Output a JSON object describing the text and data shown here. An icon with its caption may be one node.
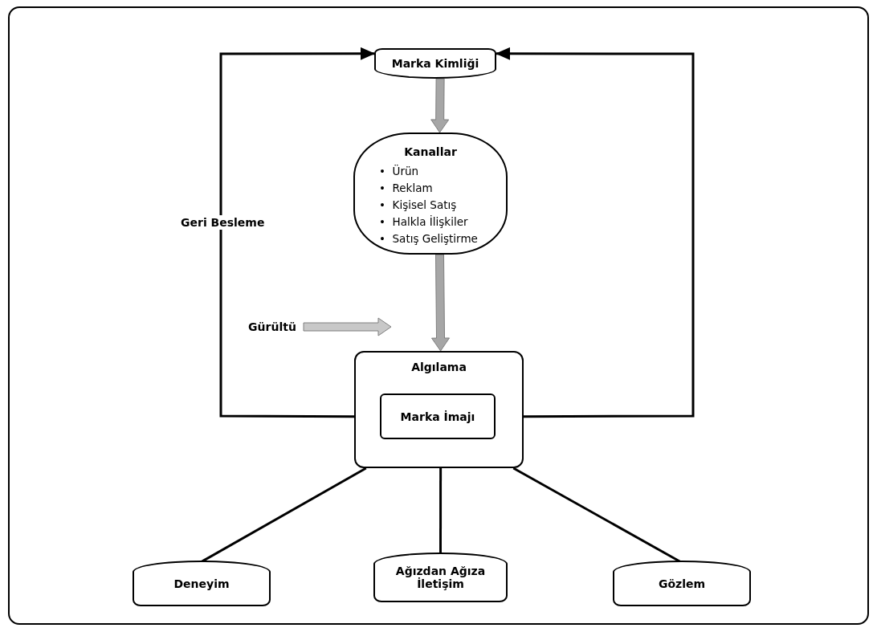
{
  "diagram": {
    "nodes": [
      {
        "text": [
          "Marka Kimliği"
        ]
      },
      {
        "text": [
          "Kanallar",
          "•  Ürün",
          "•  Reklam",
          "•  Kişisel Satış",
          "•  Halkla İlişkiler",
          "•  Satış Geliştirme"
        ]
      },
      {
        "text": [
          "Gürültü"
        ]
      },
      {
        "text": [
          "Algılama"
        ]
      },
      {
        "text": [
          "Marka İmajı"
        ],
        "in": 3
      },
      {
        "text": [
          "Deneyim"
        ]
      },
      {
        "text": [
          "Ağızdan Ağıza İletişim"
        ]
      },
      {
        "text": [
          "Gözlem"
        ]
      }
    ],
    "edges": [
      {
        "from": 0,
        "to": 1,
        "arrow": "to",
        "style": "thick",
        "color": "#a6a6a6"
      },
      {
        "from": 1,
        "to": 3,
        "arrow": "to",
        "style": "thick",
        "color": "#a6a6a6"
      },
      {
        "from": 2,
        "to": null,
        "arrow": "to",
        "style": "thick",
        "color": "#c8c8c8"
      },
      {
        "from": 3,
        "to": 0,
        "arrow": "to",
        "label": "Geri Besleme"
      },
      {
        "from": 3,
        "to": 0,
        "arrow": "to"
      },
      {
        "from": 3,
        "to": 5,
        "arrow": "none"
      },
      {
        "from": 3,
        "to": 6,
        "arrow": "none"
      },
      {
        "from": 3,
        "to": 7,
        "arrow": "none"
      }
    ]
  }
}
